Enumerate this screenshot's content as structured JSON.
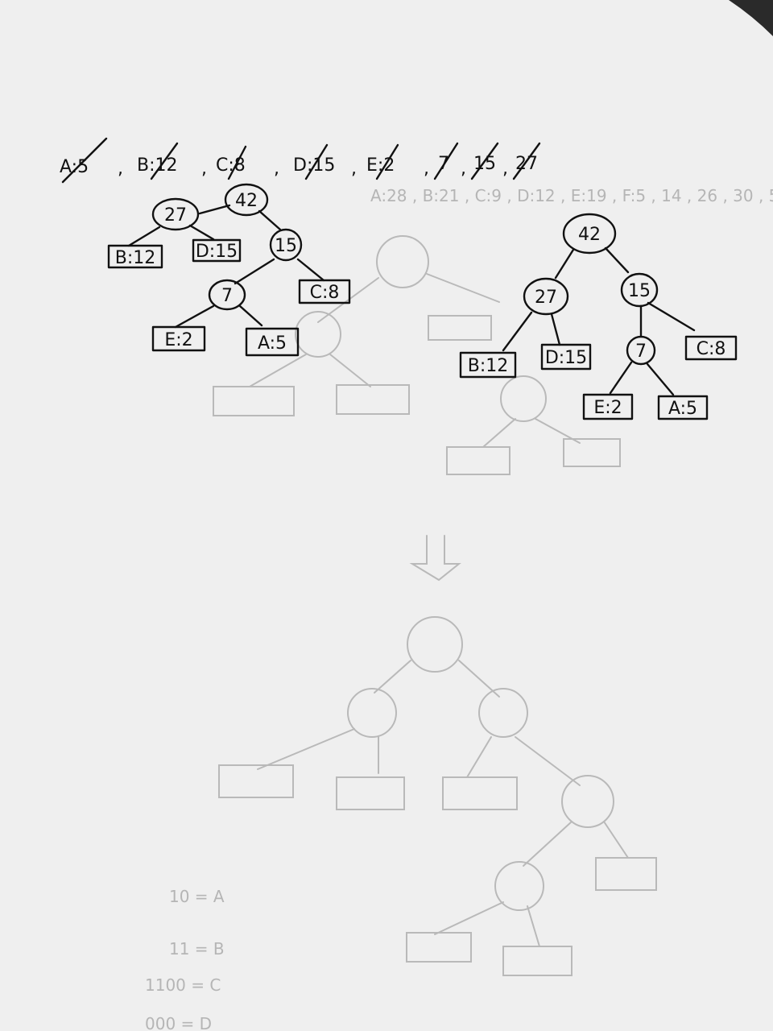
{
  "freq_list": {
    "a": "A:5",
    "b": "B:12",
    "c": "C:8",
    "d": "D:15",
    "e": "E:2",
    "s1": "7",
    "s2": "15",
    "s3": "27"
  },
  "tree1": {
    "root": "42",
    "n27": "27",
    "n15": "15",
    "n7": "7",
    "b": "B:12",
    "d": "D:15",
    "c": "C:8",
    "e": "E:2",
    "a": "A:5"
  },
  "tree2": {
    "root": "42",
    "n27": "27",
    "n15": "15",
    "n7": "7",
    "b": "B:12",
    "d": "D:15",
    "c": "C:8",
    "e": "E:2",
    "a": "A:5"
  },
  "colors": {
    "ink": "#111111",
    "paper": "#efefef",
    "bleed": "#b9b9b9"
  }
}
